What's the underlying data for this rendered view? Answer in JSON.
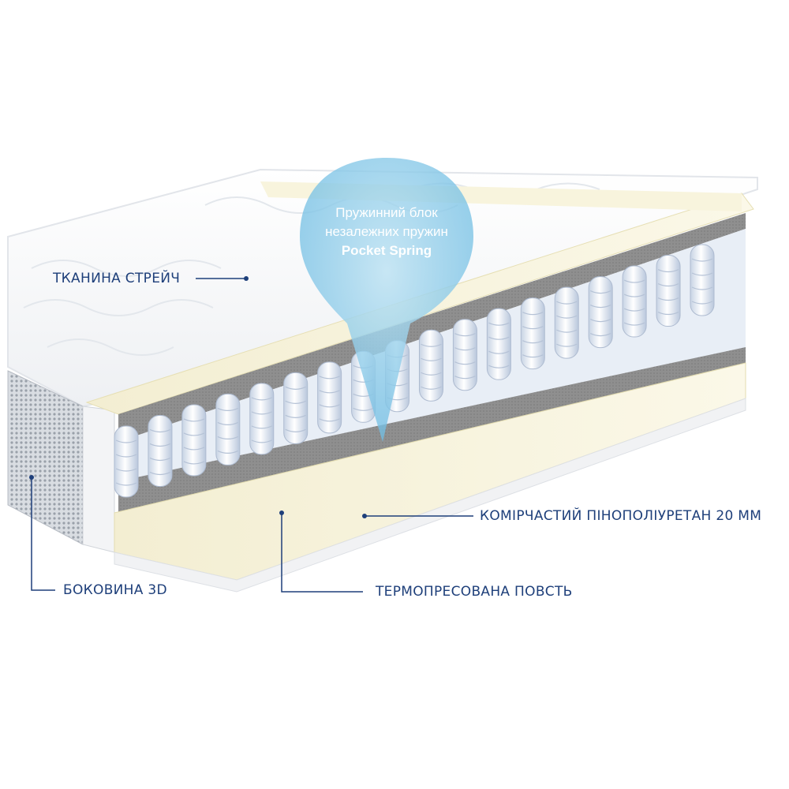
{
  "colors": {
    "label_text": "#1e3f7a",
    "leader_line": "#1e3f7a",
    "foam": "#f6f1d3",
    "felt": "#8e8e8e",
    "spring": "#dfe7f2",
    "cover": "#ffffff",
    "bubble": "#86c8e8"
  },
  "callout": {
    "line1": "Пружинний блок",
    "line2": "незалежних пружин",
    "line3": "Pocket Spring"
  },
  "labels": {
    "fabric": "ТКАНИНА СТРЕЙЧ",
    "side": "БОКОВИНА 3D",
    "foam": "КОМІРЧАСТИЙ ПІНОПОЛІУРЕТАН 20 ММ",
    "felt": "ТЕРМОПРЕСОВАНА ПОВСТЬ"
  }
}
